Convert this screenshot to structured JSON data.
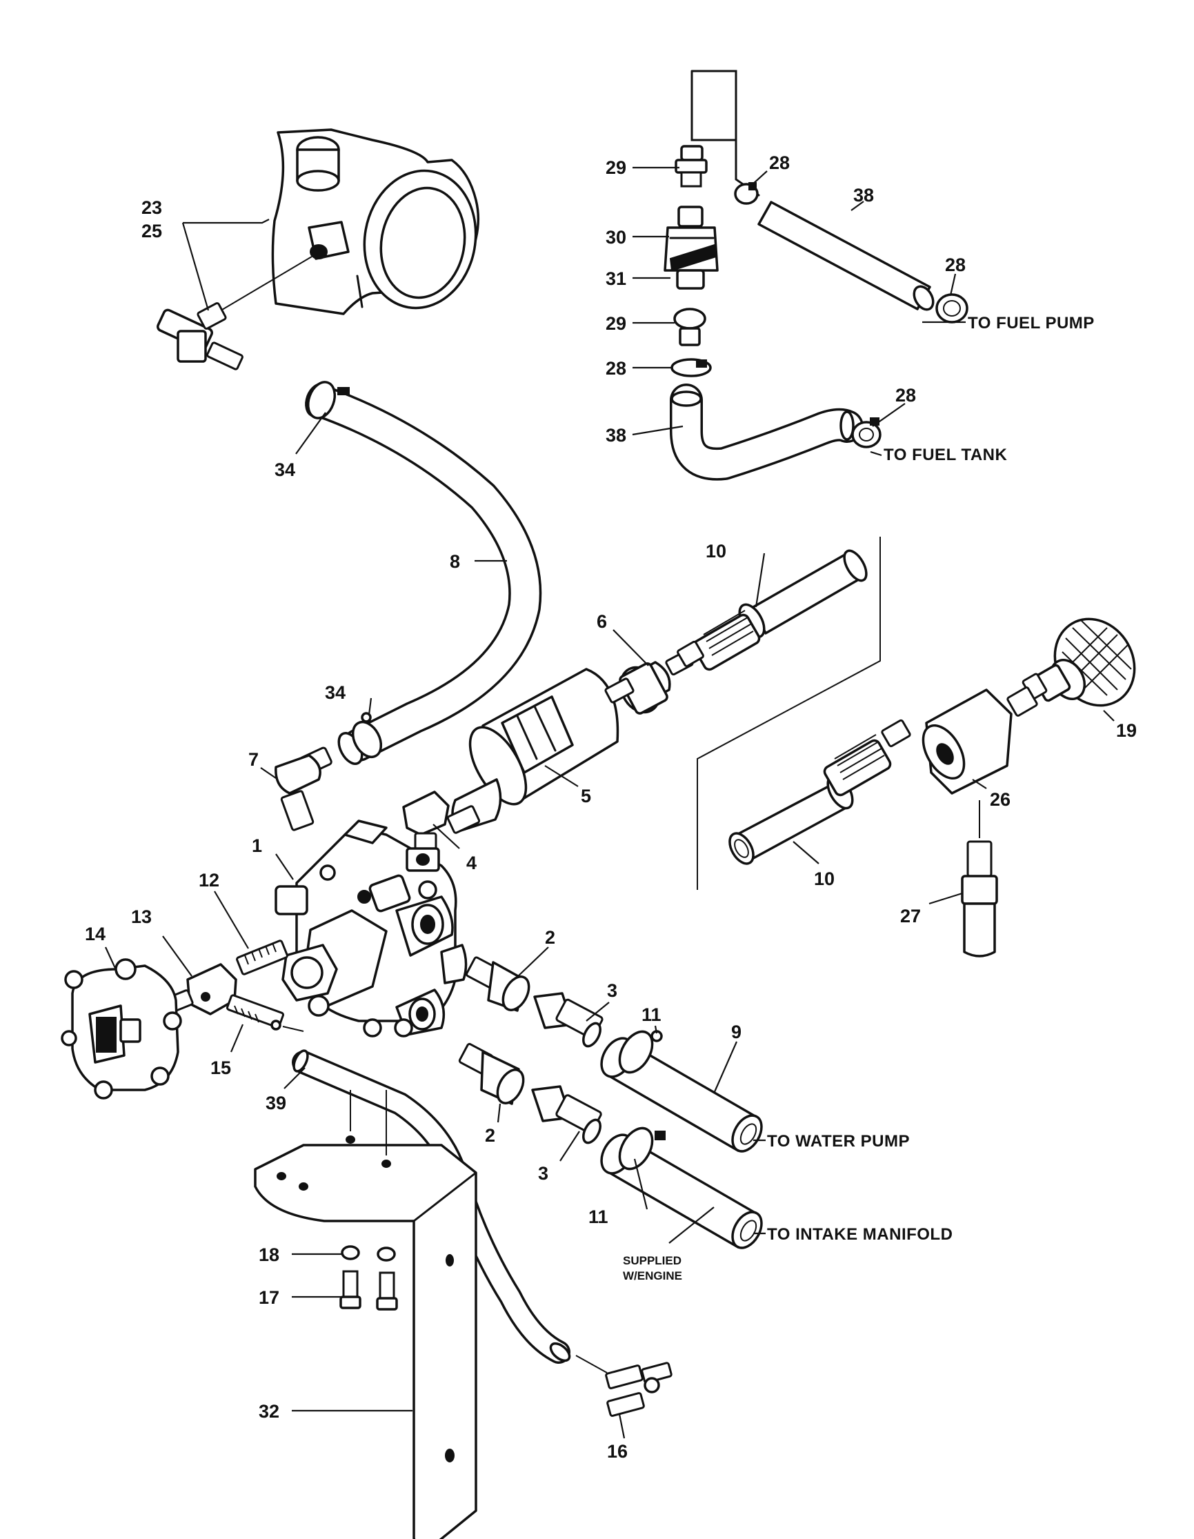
{
  "callouts": {
    "c1": "1",
    "c2a": "2",
    "c2b": "2",
    "c3a": "3",
    "c3b": "3",
    "c4": "4",
    "c5": "5",
    "c6": "6",
    "c7": "7",
    "c8": "8",
    "c9": "9",
    "c10a": "10",
    "c10b": "10",
    "c11a": "11",
    "c11b": "11",
    "c12": "12",
    "c13": "13",
    "c14": "14",
    "c15": "15",
    "c16": "16",
    "c17": "17",
    "c18": "18",
    "c19": "19",
    "c23": "23",
    "c25": "25",
    "c26": "26",
    "c27": "27",
    "c28a": "28",
    "c28b": "28",
    "c28c": "28",
    "c28d": "28",
    "c29a": "29",
    "c29b": "29",
    "c30": "30",
    "c31": "31",
    "c32": "32",
    "c34a": "34",
    "c34b": "34",
    "c38a": "38",
    "c38b": "38",
    "c39": "39"
  },
  "destinations": {
    "fuel_pump": "TO FUEL PUMP",
    "fuel_tank": "TO FUEL TANK",
    "water_pump": "TO WATER PUMP",
    "intake_manifold": "TO INTAKE MANIFOLD"
  },
  "notes": {
    "supplied_line1": "SUPPLIED",
    "supplied_line2": "W/ENGINE"
  }
}
